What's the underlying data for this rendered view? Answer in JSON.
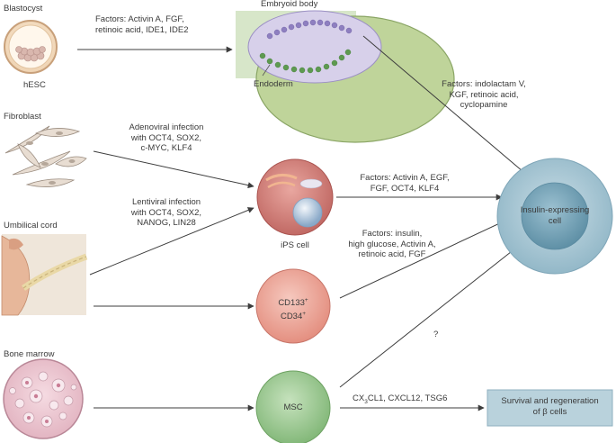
{
  "sources": {
    "blastocyst": "Blastocyst",
    "hesc": "hESC",
    "fibroblast": "Fibroblast",
    "umbilical_cord": "Umbilical cord",
    "bone_marrow": "Bone marrow"
  },
  "embryoid": {
    "title": "Embryoid body",
    "endoderm": "Endoderm"
  },
  "factors": {
    "to_embryoid": [
      "Factors: Activin A, FGF,",
      "retinoic acid, IDE1, IDE2"
    ],
    "embryoid_to_insulin": [
      "Factors: indolactam V,",
      "KGF, retinoic acid,",
      "cyclopamine"
    ],
    "adenoviral": [
      "Adenoviral infection",
      "with OCT4, SOX2,",
      "c-MYC, KLF4"
    ],
    "lentiviral": [
      "Lentiviral infection",
      "with OCT4, SOX2,",
      "NANOG, LIN28"
    ],
    "ips_to_insulin": [
      "Factors: Activin A, EGF,",
      "FGF, OCT4, KLF4"
    ],
    "cd_to_insulin": [
      "Factors: insulin,",
      "high glucose, Activin A,",
      "retinoic acid, FGF"
    ],
    "msc_question": "?",
    "msc_survival": {
      "pre": "CX",
      "sub": "3",
      "post": "CL1, CXCL12, TSG6"
    }
  },
  "cells": {
    "ips": "iPS cell",
    "cd133": {
      "text": "CD133",
      "sup": "+"
    },
    "cd34": {
      "text": "CD34",
      "sup": "+"
    },
    "msc": "MSC",
    "insulin": [
      "Insulin-expressing",
      "cell"
    ]
  },
  "outcome": {
    "line1": "Survival and regeneration",
    "line2": "of β cells"
  },
  "colors": {
    "arrow": "#3d3d3d",
    "ips_cell": "#c9716f",
    "cd_cell": "#e89f93",
    "msc_cell": "#8fbf86",
    "insulin_outer": "#a9c7d4",
    "insulin_inner": "#6f9db1",
    "outcome_box": "#b9d2dc"
  }
}
